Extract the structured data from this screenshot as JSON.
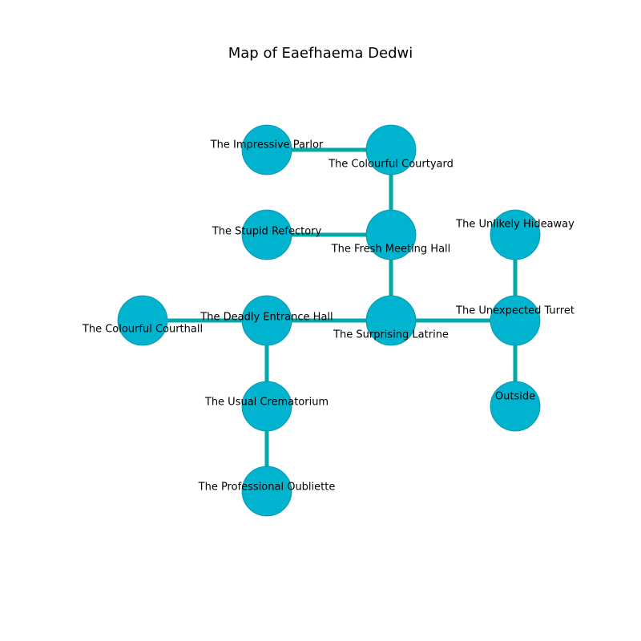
{
  "title": "Map of Eaefhaema Dedwi",
  "colors": {
    "node_fill": "#00b4cf",
    "node_stroke": "#0a8fa3",
    "edge": "#00aaaa"
  },
  "rooms": [
    {
      "id": "impressive-parlor",
      "name": "The Impressive Parlor",
      "col": 1,
      "row": 0
    },
    {
      "id": "colourful-courtyard",
      "name": "The Colourful Courtyard",
      "col": 2,
      "row": 0
    },
    {
      "id": "stupid-refectory",
      "name": "The Stupid Refectory",
      "col": 1,
      "row": 1
    },
    {
      "id": "fresh-meeting-hall",
      "name": "The Fresh Meeting Hall",
      "col": 2,
      "row": 1
    },
    {
      "id": "unlikely-hideaway",
      "name": "The Unlikely Hideaway",
      "col": 3,
      "row": 1
    },
    {
      "id": "colourful-courthall",
      "name": "The Colourful Courthall",
      "col": 0,
      "row": 2
    },
    {
      "id": "deadly-entrance-hall",
      "name": "The Deadly Entrance Hall",
      "col": 1,
      "row": 2
    },
    {
      "id": "surprising-latrine",
      "name": "The Surprising Latrine",
      "col": 2,
      "row": 2
    },
    {
      "id": "unexpected-turret",
      "name": "The Unexpected Turret",
      "col": 3,
      "row": 2
    },
    {
      "id": "usual-crematorium",
      "name": "The Usual Crematorium",
      "col": 1,
      "row": 3
    },
    {
      "id": "outside",
      "name": "Outside",
      "col": 3,
      "row": 3
    },
    {
      "id": "professional-oubliette",
      "name": "The Professional Oubliette",
      "col": 1,
      "row": 4
    }
  ],
  "connections": [
    [
      "impressive-parlor",
      "colourful-courtyard"
    ],
    [
      "colourful-courtyard",
      "fresh-meeting-hall"
    ],
    [
      "stupid-refectory",
      "fresh-meeting-hall"
    ],
    [
      "fresh-meeting-hall",
      "surprising-latrine"
    ],
    [
      "colourful-courthall",
      "deadly-entrance-hall"
    ],
    [
      "deadly-entrance-hall",
      "surprising-latrine"
    ],
    [
      "surprising-latrine",
      "unexpected-turret"
    ],
    [
      "unlikely-hideaway",
      "unexpected-turret"
    ],
    [
      "unexpected-turret",
      "outside"
    ],
    [
      "deadly-entrance-hall",
      "usual-crematorium"
    ],
    [
      "usual-crematorium",
      "professional-oubliette"
    ]
  ]
}
